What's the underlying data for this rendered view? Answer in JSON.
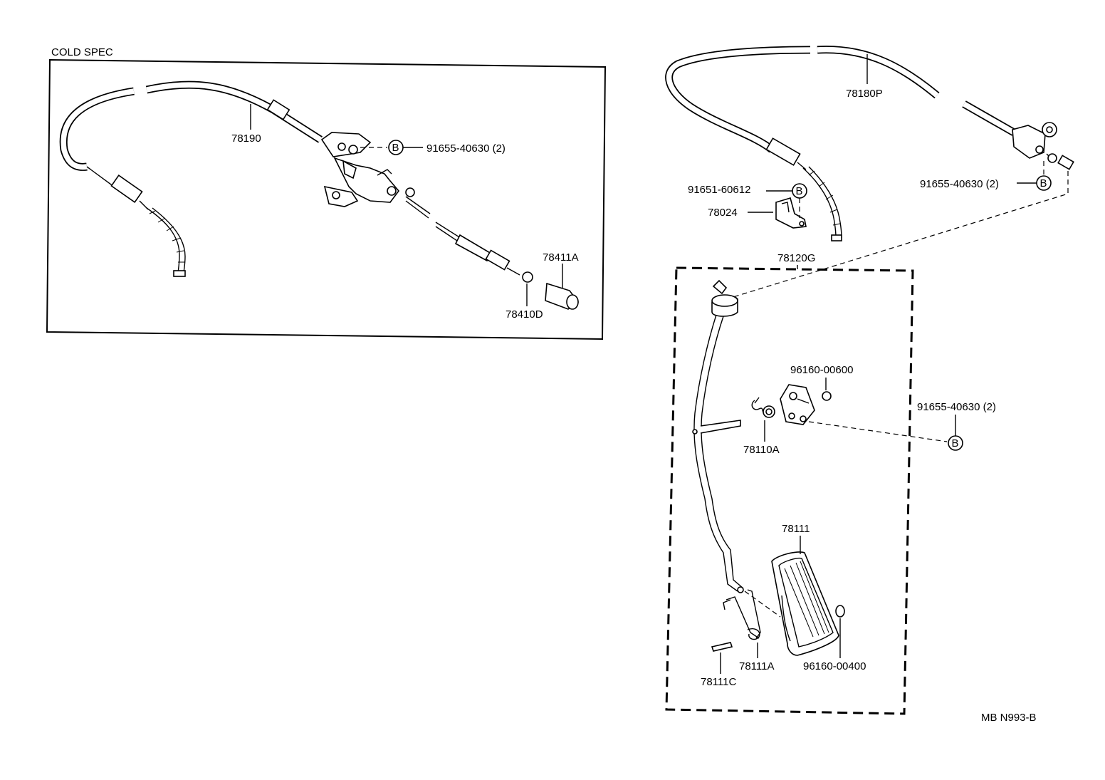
{
  "diagram": {
    "section_label": "COLD SPEC",
    "drawing_code": "MB N993-B",
    "bolt_marker": "B",
    "labels": {
      "cold_cable": "78190",
      "cold_bolt": "91655-40630 (2)",
      "cold_knob": "78411A",
      "cold_nut": "78410D",
      "main_cable": "78180P",
      "clip_bolt": "91651-60612",
      "clip": "78024",
      "main_bolt": "91655-40630 (2)",
      "pedal_assy": "78120G",
      "washer_top": "96160-00600",
      "bracket_bolt": "91655-40630 (2)",
      "spring_top": "78110A",
      "pad": "78111",
      "spring_bottom": "78111A",
      "pin": "78111C",
      "washer_bottom": "96160-00400"
    }
  }
}
